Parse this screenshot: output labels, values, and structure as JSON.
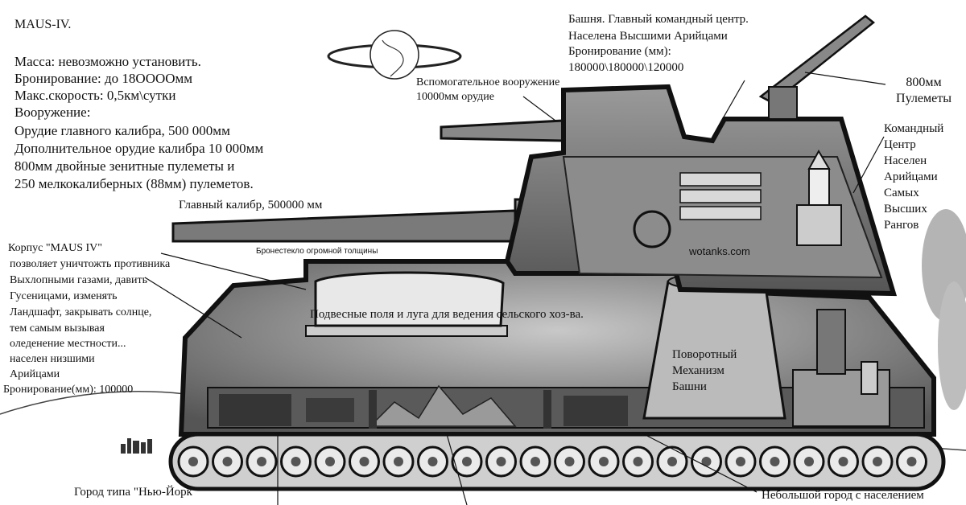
{
  "spec": {
    "title": "MAUS-IV.",
    "lines": [
      "Масса: невозможно установить.",
      "Бронирование: до 18ОООOмм",
      "Макс.скорость: 0,5км\\сутки",
      "Вооружение:",
      "Орудие главного калибра, 500 000мм",
      "Дополнительное орудие калибра 10 000мм",
      "800мм двойные зенитные пулеметы и",
      "250 мелкокалиберных (88мм) пулеметов."
    ]
  },
  "labels": {
    "turret": [
      "Башня. Главный командный центр.",
      "Населена Высшими Арийцами",
      "Бронирование (мм):",
      "180000\\180000\\120000"
    ],
    "aux_gun": [
      "Вспомогательное вооружение",
      "10000мм орудие"
    ],
    "mg": [
      "800мм",
      "Пулеметы"
    ],
    "command": [
      "Командный",
      "Центр",
      "Населен",
      "Арийцами",
      "Самых",
      "Высших",
      "Рангов"
    ],
    "main_gun": "Главный калибр, 500000 мм",
    "glass": "Бронестекло огромной толщины",
    "watermark": "wotanks.com",
    "hull": [
      "Корпус \"MAUS IV\"",
      "позволяет уничтожть противника",
      "Выхлопными газами, давить",
      "Гусеницами, изменять",
      "Ландшафт, закрывать солнце,",
      "тем самым вызывая",
      "оледенение местности...",
      "населен низшими",
      "Арийцами",
      "Бронирование(мм): 100000"
    ],
    "fields": "Подвесные поля и луга для ведения сельского хоз-ва.",
    "rotation": [
      "Поворотный",
      "Механизм",
      "Башни"
    ],
    "city_ny": "Город типа \"Нью-Йорк\"",
    "small_city": "Небольшой город с населением"
  },
  "colors": {
    "outline": "#151515",
    "hull": "#8a8a8a",
    "dark": "#3a3a3a",
    "track": "#cfcfcf"
  }
}
